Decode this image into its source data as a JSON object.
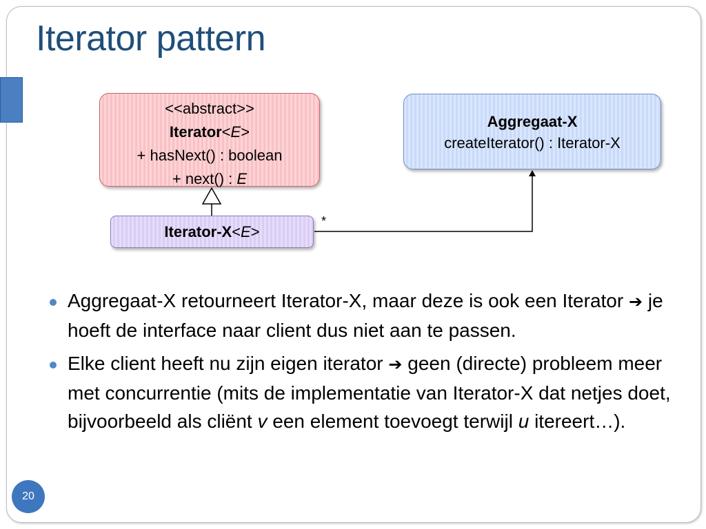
{
  "slide": {
    "title": "Iterator pattern",
    "page_number": "20"
  },
  "diagram": {
    "iterator_box": {
      "stereotype": "<<abstract>>",
      "name": "Iterator",
      "type_open": "<",
      "type_param": "E",
      "type_close": ">",
      "method_1": "+ hasNext() : boolean",
      "method_2_prefix": "+ next() : ",
      "method_2_type": "E"
    },
    "aggregaat_box": {
      "name": "Aggregaat-X",
      "method": "createIterator() : Iterator-X"
    },
    "iterator_x_box": {
      "name": "Iterator-X",
      "type_open": "<",
      "type_param": "E",
      "type_close": ">"
    },
    "multiplicity": "*"
  },
  "bullets": [
    {
      "part_1": "Aggregaat-X retourneert Iterator-X, maar deze is ook een Iterator ",
      "arrow": "➔",
      "part_2": " je hoeft de interface naar client dus niet aan te passen."
    },
    {
      "part_1": "Elke client heeft nu zijn eigen iterator ",
      "arrow": "➔",
      "part_2": " geen (directe) probleem meer met concurrentie (mits de implementatie van Iterator-X dat netjes doet, bijvoorbeeld als cliënt ",
      "var_1": "v",
      "part_3": " een element toevoegt terwijl ",
      "var_2": "u",
      "part_4": " itereert…)."
    }
  ]
}
